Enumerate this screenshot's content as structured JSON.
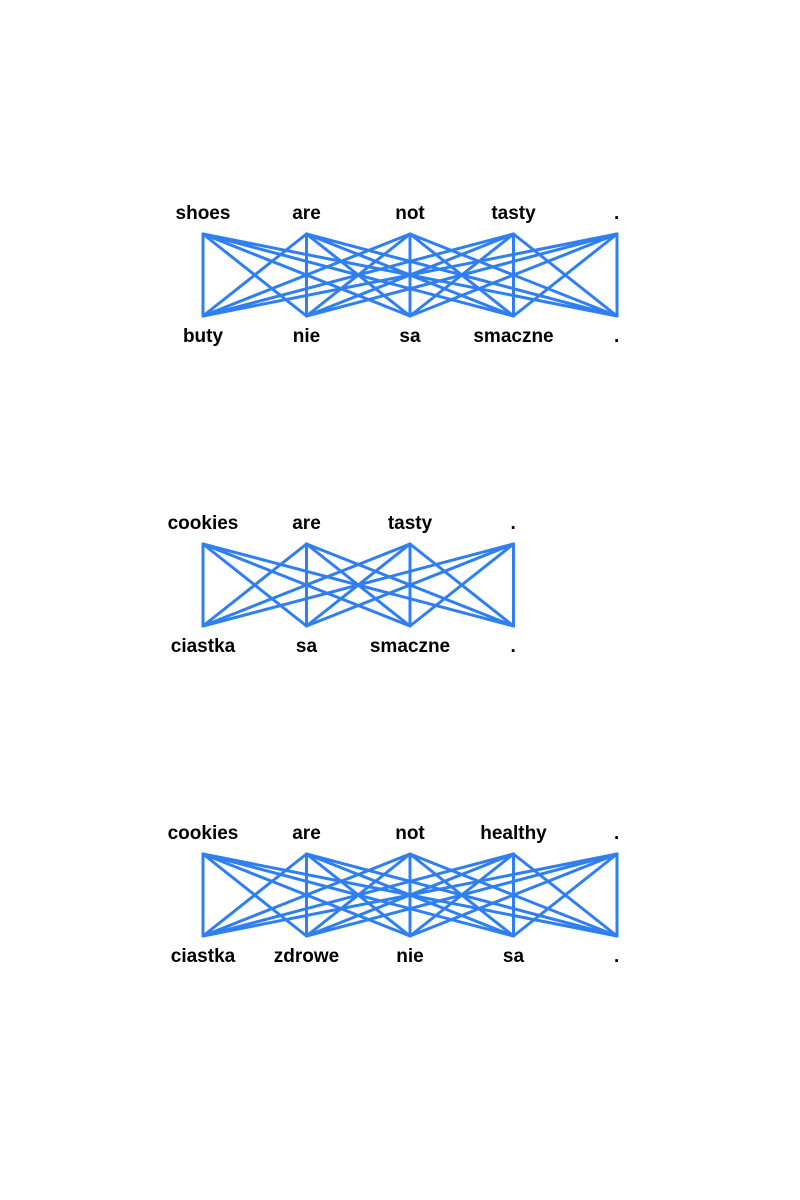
{
  "theme": {
    "edge_color": "#2f7ff0",
    "text_color": "#000000",
    "background": "#ffffff"
  },
  "diagrams": [
    {
      "source": [
        "shoes",
        "are",
        "not",
        "tasty",
        "."
      ],
      "target": [
        "buty",
        "nie",
        "sa",
        "smaczne",
        "."
      ]
    },
    {
      "source": [
        "cookies",
        "are",
        "tasty",
        "."
      ],
      "target": [
        "ciastka",
        "sa",
        "smaczne",
        "."
      ]
    },
    {
      "source": [
        "cookies",
        "are",
        "not",
        "healthy",
        "."
      ],
      "target": [
        "ciastka",
        "zdrowe",
        "nie",
        "sa",
        "."
      ]
    }
  ]
}
